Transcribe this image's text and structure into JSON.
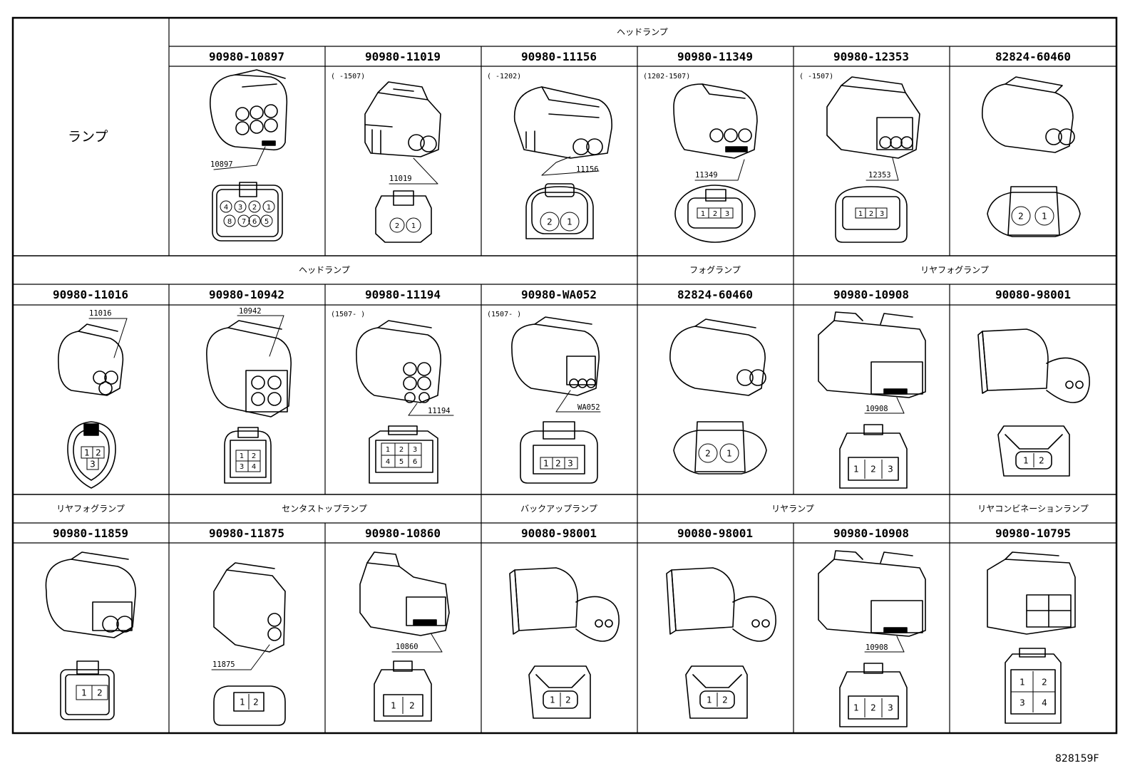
{
  "row1": {
    "label": "ランプ",
    "group_label": "ヘッドランプ",
    "cells": [
      {
        "part": "90980-10897",
        "range": "",
        "callout": "10897",
        "pins": [
          "4",
          "3",
          "2",
          "1",
          "8",
          "7",
          "6",
          "5"
        ]
      },
      {
        "part": "90980-11019",
        "range": "(     -1507)",
        "callout": "11019",
        "pins": [
          "2",
          "1"
        ]
      },
      {
        "part": "90980-11156",
        "range": "(     -1202)",
        "callout": "11156",
        "pins": [
          "2",
          "1"
        ]
      },
      {
        "part": "90980-11349",
        "range": "(1202-1507)",
        "callout": "11349",
        "pins": [
          "1",
          "2",
          "3"
        ]
      },
      {
        "part": "90980-12353",
        "range": "(     -1507)",
        "callout": "12353",
        "pins": [
          "1",
          "2",
          "3"
        ]
      },
      {
        "part": "82824-60460",
        "range": "",
        "callout": "",
        "pins": [
          "2",
          "1"
        ]
      }
    ]
  },
  "row2": {
    "groups": [
      "ヘッドランプ",
      "フォグランプ",
      "リヤフォグランプ"
    ],
    "cells": [
      {
        "part": "90980-11016",
        "range": "",
        "callout": "11016",
        "pins": [
          "1",
          "2",
          "3"
        ]
      },
      {
        "part": "90980-10942",
        "range": "",
        "callout": "10942",
        "pins": [
          "1",
          "2",
          "3",
          "4"
        ]
      },
      {
        "part": "90980-11194",
        "range": "(1507-     )",
        "callout": "11194",
        "pins": [
          "1",
          "2",
          "3",
          "4",
          "5",
          "6"
        ]
      },
      {
        "part": "90980-WA052",
        "range": "(1507-     )",
        "callout": "WA052",
        "pins": [
          "1",
          "2",
          "3"
        ]
      },
      {
        "part": "82824-60460",
        "range": "",
        "callout": "",
        "pins": [
          "2",
          "1"
        ]
      },
      {
        "part": "90980-10908",
        "range": "",
        "callout": "10908",
        "pins": [
          "1",
          "2",
          "3"
        ]
      },
      {
        "part": "90080-98001",
        "range": "",
        "callout": "",
        "pins": [
          "1",
          "2"
        ]
      }
    ]
  },
  "row3": {
    "groups": [
      "リヤフォグランプ",
      "センタストップランプ",
      "バックアップランプ",
      "リヤランプ",
      "リヤコンビネーションランプ"
    ],
    "cells": [
      {
        "part": "90980-11859",
        "range": "",
        "callout": "",
        "pins": [
          "1",
          "2"
        ]
      },
      {
        "part": "90980-11875",
        "range": "",
        "callout": "11875",
        "pins": [
          "1",
          "2"
        ]
      },
      {
        "part": "90980-10860",
        "range": "",
        "callout": "10860",
        "pins": [
          "1",
          "2"
        ]
      },
      {
        "part": "90080-98001",
        "range": "",
        "callout": "",
        "pins": [
          "1",
          "2"
        ]
      },
      {
        "part": "90080-98001",
        "range": "",
        "callout": "",
        "pins": [
          "1",
          "2"
        ]
      },
      {
        "part": "90980-10908",
        "range": "",
        "callout": "10908",
        "pins": [
          "1",
          "2",
          "3"
        ]
      },
      {
        "part": "90980-10795",
        "range": "",
        "callout": "",
        "pins": [
          "1",
          "2",
          "3",
          "4"
        ]
      }
    ]
  },
  "figure_ref": "828159F"
}
